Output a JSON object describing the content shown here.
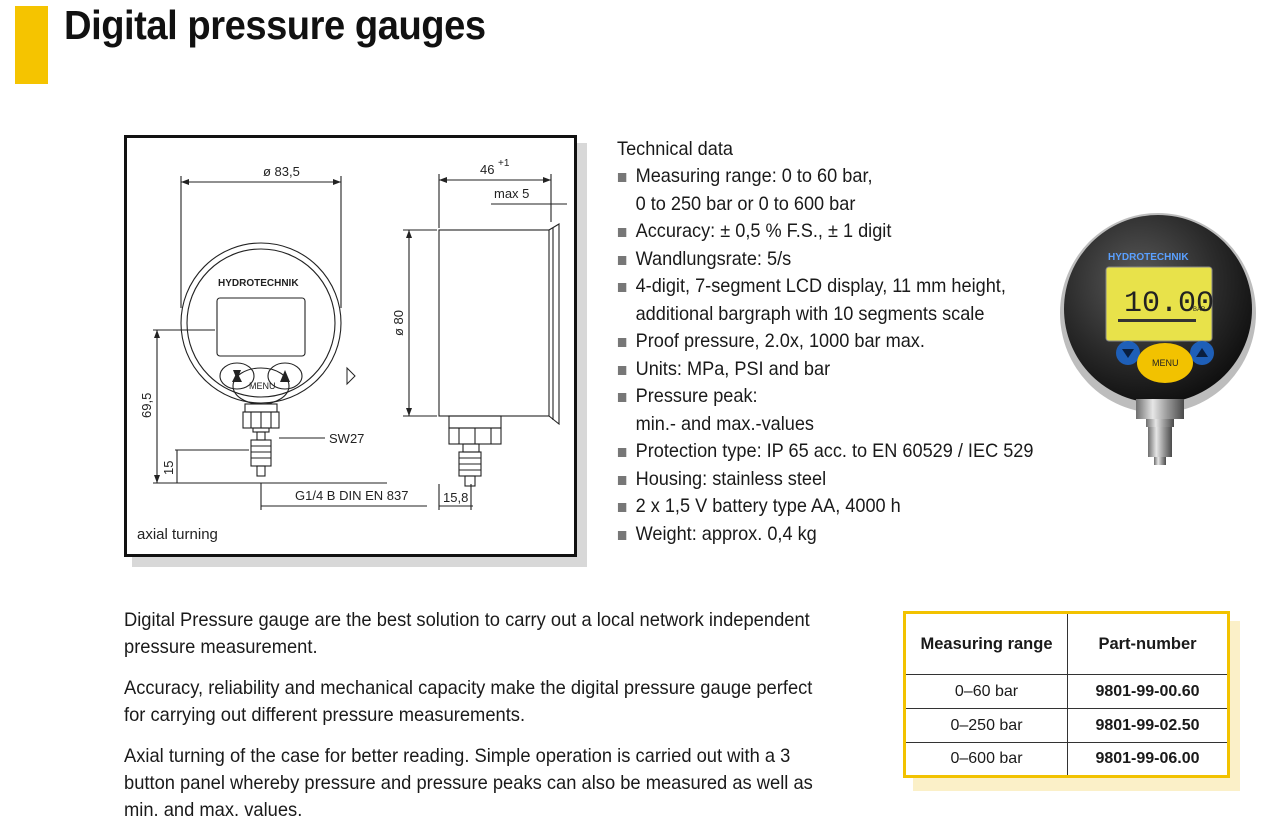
{
  "page": {
    "title": "Digital pressure gauges"
  },
  "drawing": {
    "caption": "axial turning",
    "dims": {
      "diameter_face": "ø 83,5",
      "depth": "46",
      "depth_tol": "+1",
      "max": "max 5",
      "diameter_case": "ø 80",
      "height": "69,5",
      "port_height": "15",
      "wrench": "SW27",
      "thread": "G1/4 B DIN EN 837",
      "port_len": "15,8"
    },
    "face": {
      "brand": "HYDROTECHNIK",
      "menu": "MENU"
    }
  },
  "tech": {
    "heading": "Technical data",
    "items": [
      {
        "l1": "Measuring range: 0 to 60 bar,",
        "l2": "0 to 250 bar or 0 to 600 bar"
      },
      {
        "l1": "Accuracy: ± 0,5 % F.S., ± 1 digit"
      },
      {
        "l1": "Wandlungsrate: 5/s"
      },
      {
        "l1": "4-digit, 7-segment LCD display, 11 mm height,",
        "l2": "additional bargraph with 10 segments scale"
      },
      {
        "l1": "Proof pressure, 2.0x, 1000 bar max."
      },
      {
        "l1": "Units: MPa, PSI and bar"
      },
      {
        "l1": "Pressure peak:",
        "l2": "min.- and max.-values"
      },
      {
        "l1": "Protection type: IP 65 acc. to EN 60529 / IEC 529"
      },
      {
        "l1": "Housing: stainless steel"
      },
      {
        "l1": "2 x 1,5 V battery type AA, 4000 h"
      },
      {
        "l1": "Weight: approx. 0,4 kg"
      }
    ]
  },
  "photo": {
    "brand": "HYDROTECHNIK",
    "reading": "10.00",
    "unit": "BAR",
    "menu": "MENU"
  },
  "description": {
    "p1": "Digital Pressure gauge are the best solution to carry out a local network independent pressure measurement.",
    "p2": "Accuracy, reliability and mechanical capacity make the digital pressure gauge perfect for carrying out different pressure measurements.",
    "p3": "Axial turning of the case for better reading. Simple operation is carried out with a 3 button panel whereby pressure and pressure peaks can also be measured as well as min. and max. values."
  },
  "table": {
    "headers": [
      "Measuring range",
      "Part-number"
    ],
    "rows": [
      [
        "0–60 bar",
        "9801-99-00.60"
      ],
      [
        "0–250 bar",
        "9801-99-02.50"
      ],
      [
        "0–600 bar",
        "9801-99-06.00"
      ]
    ]
  },
  "colors": {
    "accent": "#f5c400",
    "table_border": "#f2c200",
    "lcd": "#e8e24a",
    "button_blue": "#1e5fb8"
  }
}
